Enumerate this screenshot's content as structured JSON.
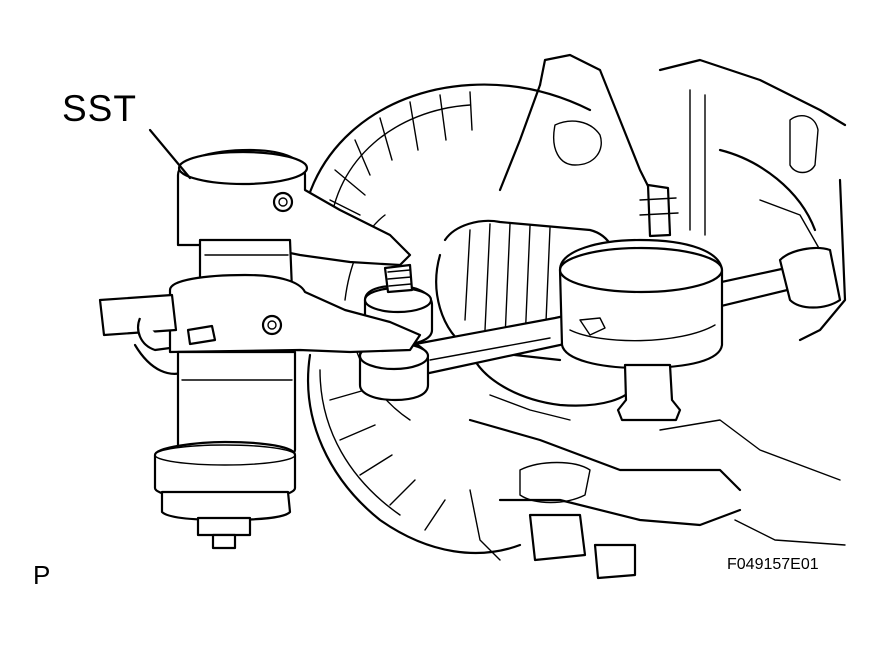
{
  "labels": {
    "tool": "SST",
    "view_marker": "P",
    "figure_id": "F049157E01"
  },
  "colors": {
    "line": "#000000",
    "background": "#ffffff"
  }
}
